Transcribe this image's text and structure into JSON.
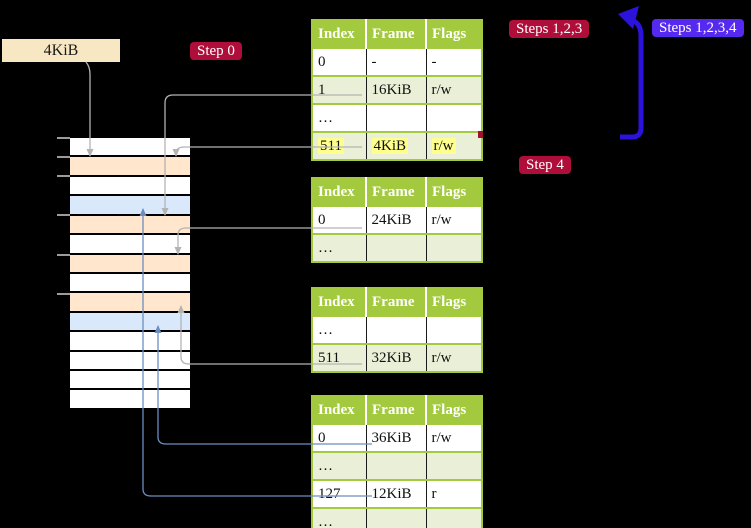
{
  "colors": {
    "badge_red": "#b00e3a",
    "badge_blue": "#5629f0",
    "arrow_blue_thick": "#2b13dc",
    "connector_gray": "#b3b3b3",
    "connector_blue": "#6c8ebf",
    "table_header_green": "#a3c93e",
    "row_light_green": "#eaf0d7",
    "row_orange": "#ffe6cc",
    "row_blue": "#dae8fc",
    "frame_box_bg": "#f8e7c3",
    "highlight_yellow": "#ffff8f"
  },
  "frame_label": {
    "text": "4KiB"
  },
  "badges": {
    "step0": "Step 0",
    "steps123": "Steps 1,2,3",
    "steps1234": "Steps 1,2,3,4",
    "step4": "Step 4"
  },
  "memory_stack": {
    "rows": [
      "white",
      "orange",
      "white",
      "blue",
      "orange",
      "white",
      "orange",
      "white",
      "orange",
      "blue",
      "white",
      "white",
      "white",
      "white"
    ]
  },
  "tables": [
    {
      "name": "page-table-1",
      "headers": [
        "Index",
        "Frame",
        "Flags"
      ],
      "rows": [
        {
          "cells": [
            "0",
            "-",
            "-"
          ]
        },
        {
          "cells": [
            "1",
            "16KiB",
            "r/w"
          ]
        },
        {
          "cells": [
            "…",
            "",
            ""
          ]
        },
        {
          "cells": [
            "511",
            "4KiB",
            "r/w"
          ],
          "highlight": true
        }
      ]
    },
    {
      "name": "page-table-2",
      "headers": [
        "Index",
        "Frame",
        "Flags"
      ],
      "rows": [
        {
          "cells": [
            "0",
            "24KiB",
            "r/w"
          ]
        },
        {
          "cells": [
            "…",
            "",
            ""
          ]
        }
      ]
    },
    {
      "name": "page-table-3",
      "headers": [
        "Index",
        "Frame",
        "Flags"
      ],
      "rows": [
        {
          "cells": [
            "…",
            "",
            ""
          ]
        },
        {
          "cells": [
            "511",
            "32KiB",
            "r/w"
          ]
        }
      ]
    },
    {
      "name": "page-table-4",
      "headers": [
        "Index",
        "Frame",
        "Flags"
      ],
      "rows": [
        {
          "cells": [
            "0",
            "36KiB",
            "r/w"
          ]
        },
        {
          "cells": [
            "…",
            "",
            ""
          ]
        },
        {
          "cells": [
            "127",
            "12KiB",
            "r"
          ]
        },
        {
          "cells": [
            "…",
            "",
            ""
          ]
        }
      ]
    }
  ]
}
